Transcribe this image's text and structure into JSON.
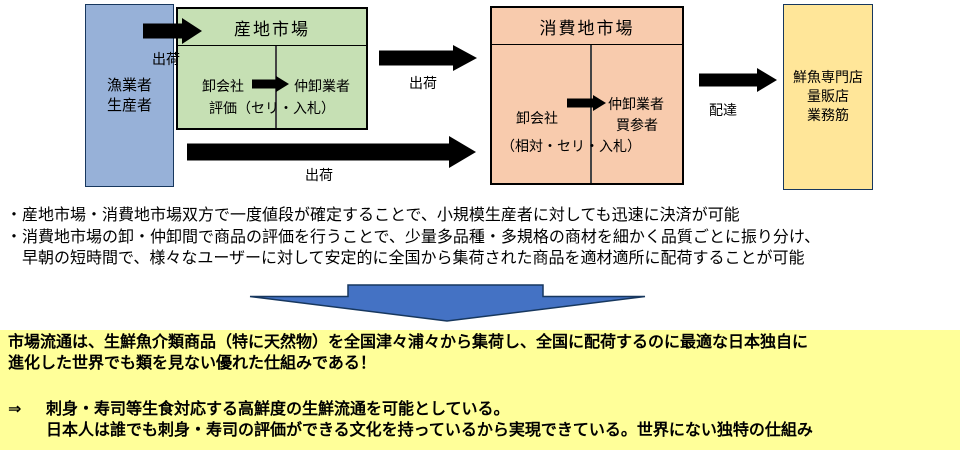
{
  "diagram": {
    "producer_box": {
      "line1": "漁業者",
      "line2": "生産者"
    },
    "origin_market": {
      "title": "産地市場",
      "wholesaler": "卸会社",
      "middle_wholesaler": "仲卸業者",
      "evaluation": "評価（セリ・入札）"
    },
    "consumption_market": {
      "title": "消費地市場",
      "wholesaler": "卸会社",
      "middle_wholesaler": "仲卸業者",
      "buyer": "買参者",
      "evaluation": "（相対・セリ・入札）"
    },
    "retail_box": {
      "line1": "鮮魚専門店",
      "line2": "量販店",
      "line3": "業務筋"
    },
    "labels": {
      "shipping1": "出荷",
      "shipping2": "出荷",
      "shipping3": "出荷",
      "delivery": "配達"
    }
  },
  "bullets": {
    "line1": "・産地市場・消費地市場双方で一度値段が確定することで、小規模生産者に対しても迅速に決済が可能",
    "line2": "・消費地市場の卸・仲卸間で商品の評価を行うことで、少量多品種・多規格の商材を細かく品質ごとに振り分け、",
    "line3": "　早朝の短時間で、様々なユーザーに対して安定的に全国から集荷された商品を適材適所に配荷することが可能"
  },
  "conclusion": {
    "heading_line1": "市場流通は、生鮮魚介類商品（特に天然物）を全国津々浦々から集荷し、全国に配荷するのに最適な日本独自に",
    "heading_line2": "進化した世界でも類を見ない優れた仕組みである！",
    "arrow_symbol": "⇒",
    "point_line1": "刺身・寿司等生食対応する高鮮度の生鮮流通を可能としている。",
    "point_line2": "日本人は誰でも刺身・寿司の評価ができる文化を持っているから実現できている。世界にない独特の仕組み"
  },
  "colors": {
    "producer_fill": "#97b1d8",
    "origin_fill": "#c6e0b4",
    "consumption_fill": "#f8cbad",
    "retail_fill": "#ffe699",
    "band_fill": "#ffff99",
    "big_arrow_fill": "#4472c4",
    "big_arrow_border": "#17375e",
    "flow_arrow": "#000000"
  }
}
